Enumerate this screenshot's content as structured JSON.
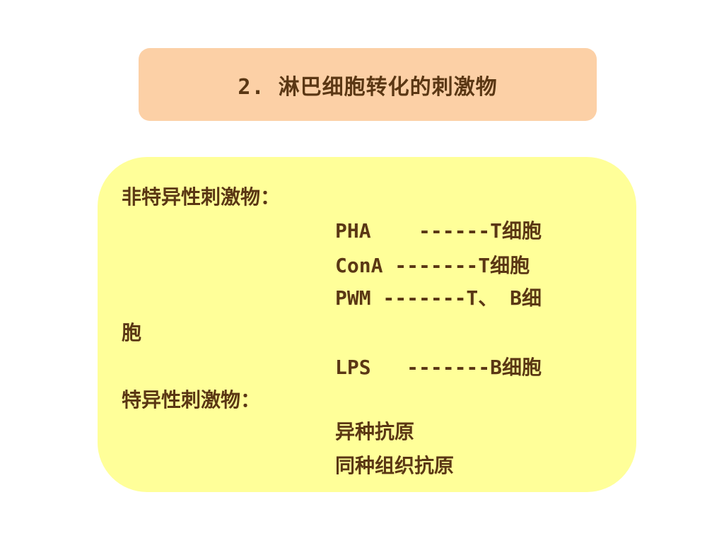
{
  "title": "2. 淋巴细胞转化的刺激物",
  "nonspecific": {
    "heading": "非特异性刺激物：",
    "items": [
      "PHA    ------T细胞",
      "ConA -------T细胞",
      "PWM -------T、 B细",
      "胞",
      "LPS   -------B细胞"
    ]
  },
  "specific": {
    "heading": "特异性刺激物：",
    "items": [
      "异种抗原",
      "同种组织抗原"
    ]
  },
  "colors": {
    "title_box": "#fcd0a6",
    "content_box": "#ffff99",
    "text": "#5a3714"
  }
}
